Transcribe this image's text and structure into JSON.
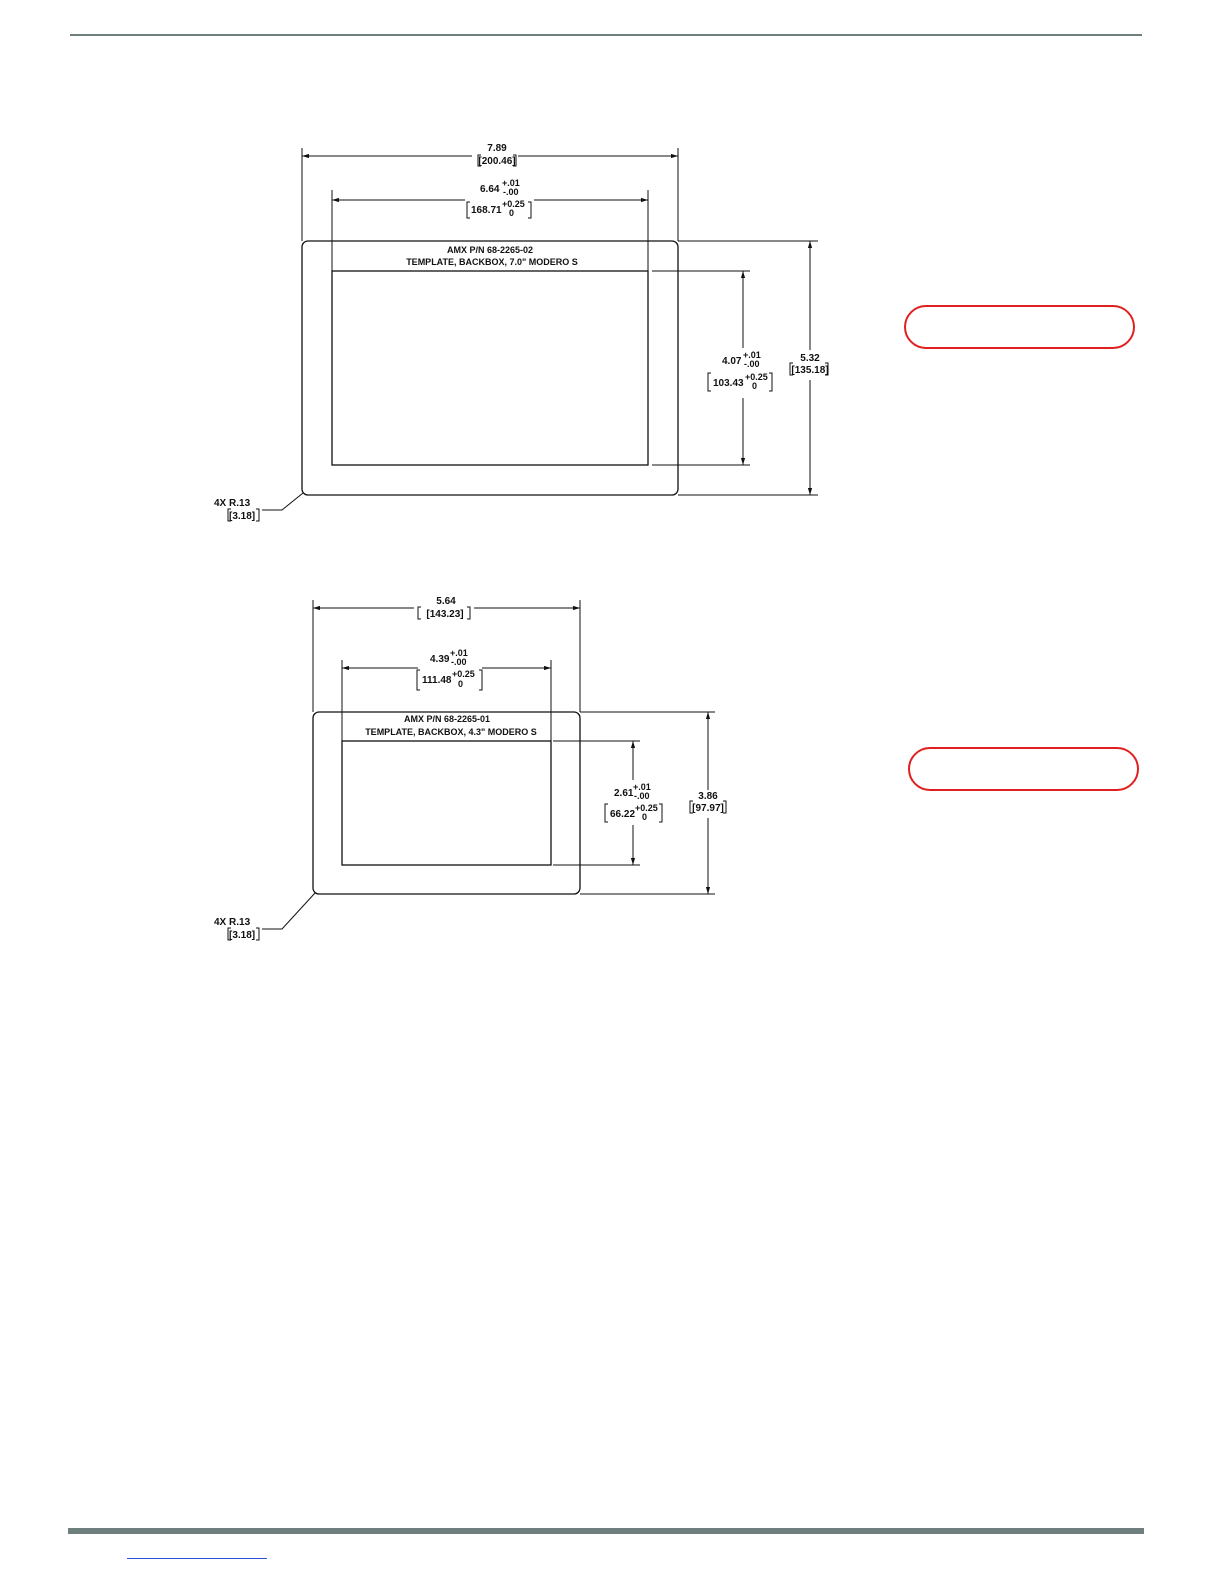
{
  "callouts": [
    "",
    ""
  ],
  "drawing_7in": {
    "part_number": "AMX P/N 68-2265-02",
    "description": "TEMPLATE, BACKBOX, 7.0\" MODERO S",
    "overall_width": "7.89",
    "overall_width_mm": "[200.46]",
    "cutout_width": "6.64",
    "cutout_width_mm": "168.71",
    "cutout_height": "4.07",
    "cutout_height_mm": "103.43",
    "overall_height": "5.32",
    "overall_height_mm": "[135.18]",
    "tol_in_plus": "+.01",
    "tol_in_minus": "-.00",
    "tol_mm_plus": "+0.25",
    "tol_mm_minus": "0",
    "corner_radius": "4X  R.13",
    "corner_radius_mm": "[3.18]"
  },
  "drawing_4in": {
    "part_number": "AMX P/N 68-2265-01",
    "description": "TEMPLATE, BACKBOX, 4.3\" MODERO S",
    "overall_width": "5.64",
    "overall_width_mm": "[143.23]",
    "cutout_width": "4.39",
    "cutout_width_mm": "111.48",
    "cutout_height": "2.61",
    "cutout_height_mm": "66.22",
    "overall_height": "3.86",
    "overall_height_mm": "[97.97]",
    "tol_in_plus": "+.01",
    "tol_in_minus": "-.00",
    "tol_mm_plus": "+0.25",
    "tol_mm_minus": "0",
    "corner_radius": "4X  R.13",
    "corner_radius_mm": "[3.18]"
  }
}
